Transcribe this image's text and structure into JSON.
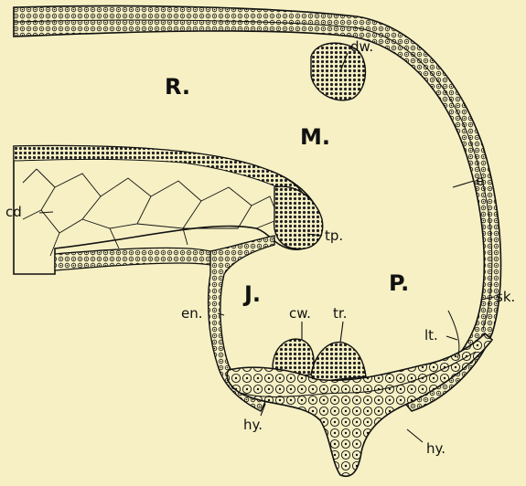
{
  "regions": {
    "R": "R.",
    "M": "M.",
    "P": "P.",
    "J": "J."
  },
  "labels": {
    "dw": "dw.",
    "e": "e",
    "cd": "cd",
    "tp": "tp.",
    "en": "en.",
    "cw": "cw.",
    "tr": "tr.",
    "sk": "sk.",
    "lt": "lt.",
    "hy_left": "hy.",
    "hy_right": "hy."
  },
  "colors": {
    "background": "#f6f0c4",
    "ink": "#111111"
  }
}
